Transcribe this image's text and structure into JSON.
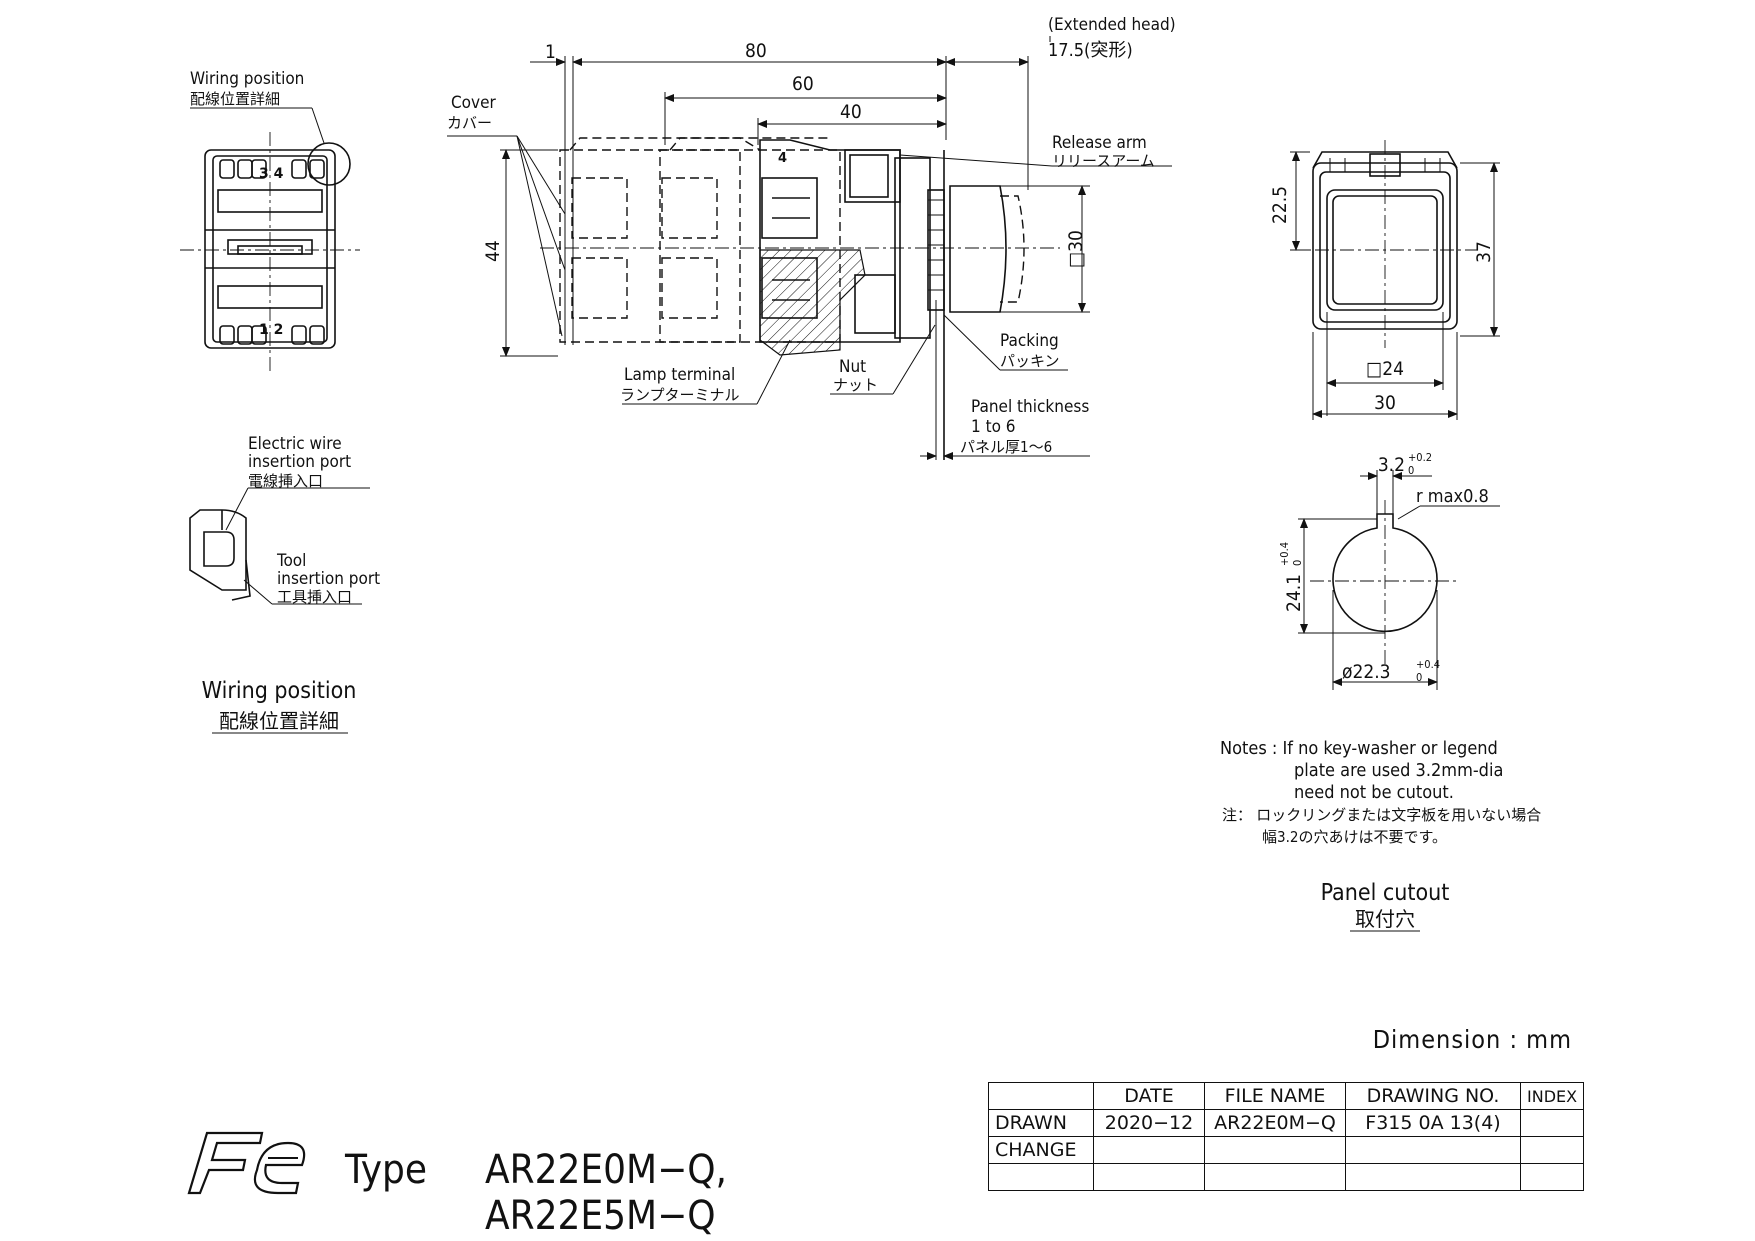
{
  "labels": {
    "wiring_position_top_en": "Wiring position",
    "wiring_position_top_jp": "配線位置詳細",
    "cover_en": "Cover",
    "cover_jp": "カバー",
    "extended_head_en": "(Extended head)",
    "extended_head_dim": "17.5(突形)",
    "release_arm_en": "Release arm",
    "release_arm_jp": "リリースアーム",
    "packing_en": "Packing",
    "packing_jp": "パッキン",
    "nut_en": "Nut",
    "nut_jp": "ナット",
    "lamp_terminal_en": "Lamp terminal",
    "lamp_terminal_jp": "ランプターミナル",
    "panel_thickness_en1": "Panel thickness",
    "panel_thickness_en2": "1 to 6",
    "panel_thickness_jp": "パネル厚1～6",
    "electric_wire_en1": "Electric wire",
    "electric_wire_en2": "insertion port",
    "electric_wire_jp": "電線挿入口",
    "tool_en1": "Tool",
    "tool_en2": "insertion port",
    "tool_jp": "工具挿入口",
    "wiring_position_caption_en": "Wiring position",
    "wiring_position_caption_jp": "配線位置詳細",
    "terminal_34": "3 4",
    "terminal_12": "1 2",
    "terminal_4": "4"
  },
  "dimensions": {
    "d1": "1",
    "d80": "80",
    "d60": "60",
    "d40": "40",
    "d44": "44",
    "sq30_side": "□30",
    "d22_5": "22.5",
    "d37": "37",
    "sq24": "□24",
    "d30": "30",
    "slot_width": "3.2",
    "slot_tol": "+0.2",
    "slot_tol_low": "0",
    "r_max": "r max0.8",
    "height_cut": "24.1",
    "height_tol": "+0.4",
    "height_tol_low": "0",
    "dia_cut": "ø22.3",
    "dia_tol": "+0.4",
    "dia_tol_low": "0"
  },
  "notes": {
    "line1": "Notes : If no key-washer or legend",
    "line2": "plate are used 3.2mm-dia",
    "line3": "need not be cutout.",
    "line4": "注：  ロックリングまたは文字板を用いない場合",
    "line5": "幅3.2の穴あけは不要です。"
  },
  "panel_cutout_en": "Panel cutout",
  "panel_cutout_jp": "取付穴",
  "dimension_unit": "Dimension : mm",
  "title": {
    "type_label": "Type",
    "model_line1": "AR22E0M−Q,",
    "model_line2": "AR22E5M−Q",
    "logo_text": "Fe"
  },
  "title_block": {
    "headers": [
      "",
      "DATE",
      "FILE NAME",
      "DRAWING NO.",
      "INDEX"
    ],
    "rows": [
      [
        "DRAWN",
        "2020−12",
        "AR22E0M−Q",
        "F315 0A 13(4)",
        ""
      ],
      [
        "CHANGE",
        "",
        "",
        "",
        ""
      ],
      [
        "",
        "",
        "",
        "",
        ""
      ]
    ]
  }
}
